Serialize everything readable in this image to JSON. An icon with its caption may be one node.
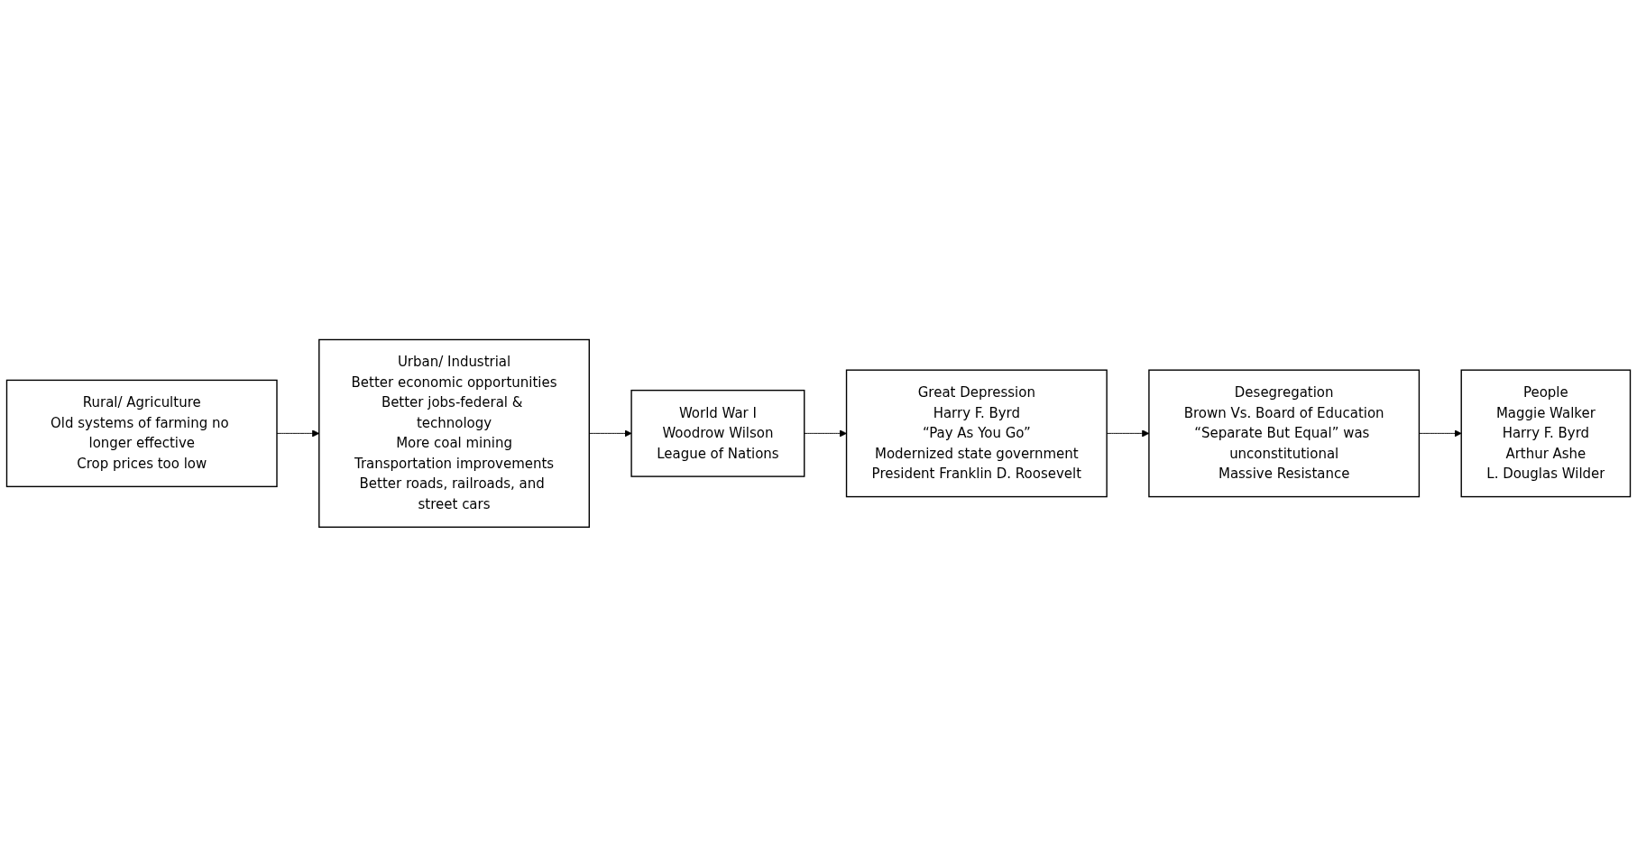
{
  "diagram": {
    "nodes": [
      {
        "text": [
          "Rural/ Agriculture",
          "Old systems of farming no longer effective",
          "Crop prices too low"
        ]
      },
      {
        "text": [
          "Urban/ Industrial",
          "Better economic opportunities",
          "Better jobs-federal & technology",
          "More coal mining",
          "Transportation improvements",
          "Better roads, railroads, and street cars"
        ]
      },
      {
        "text": [
          "World War I",
          "Woodrow Wilson",
          "League of Nations"
        ]
      },
      {
        "text": [
          "Great Depression",
          "Harry F. Byrd",
          "“Pay As You Go”",
          "Modernized state government",
          "President Franklin D. Roosevelt"
        ]
      },
      {
        "text": [
          "Desegregation",
          "Brown Vs. Board of Education",
          "“Separate But Equal” was unconstitutional",
          "Massive Resistance"
        ]
      },
      {
        "text": [
          "People",
          "Maggie Walker",
          "Harry F. Byrd",
          "Arthur Ashe",
          "L. Douglas Wilder"
        ]
      }
    ],
    "edges": [
      {
        "from": 0,
        "to": 1,
        "arrow": "to"
      },
      {
        "from": 1,
        "to": 2,
        "arrow": "to"
      },
      {
        "from": 2,
        "to": 3,
        "arrow": "to"
      },
      {
        "from": 3,
        "to": 4,
        "arrow": "to"
      },
      {
        "from": 4,
        "to": 5,
        "arrow": "to"
      }
    ]
  }
}
